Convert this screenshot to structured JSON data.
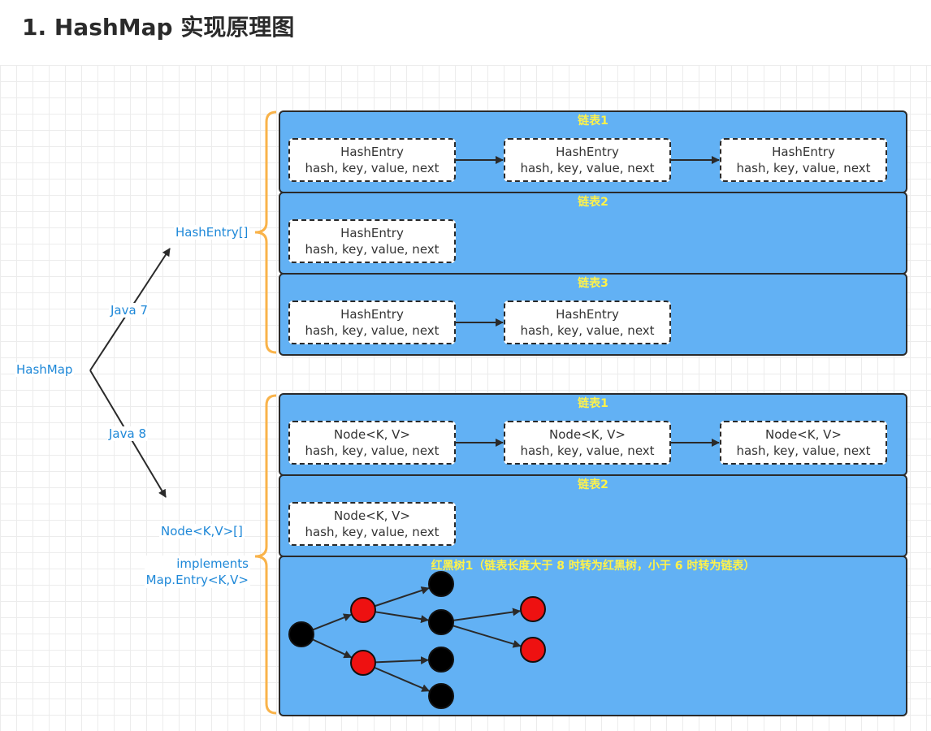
{
  "title": "1. HashMap 实现原理图",
  "root_label": "HashMap",
  "java7": {
    "edge_label": "Java 7",
    "array_label": "HashEntry[]",
    "panels": [
      {
        "title": "链表1",
        "entries": [
          {
            "line1": "HashEntry",
            "line2": "hash, key, value, next"
          },
          {
            "line1": "HashEntry",
            "line2": "hash, key, value, next"
          },
          {
            "line1": "HashEntry",
            "line2": "hash, key, value, next"
          }
        ]
      },
      {
        "title": "链表2",
        "entries": [
          {
            "line1": "HashEntry",
            "line2": "hash, key, value, next"
          }
        ]
      },
      {
        "title": "链表3",
        "entries": [
          {
            "line1": "HashEntry",
            "line2": "hash, key, value, next"
          },
          {
            "line1": "HashEntry",
            "line2": "hash, key, value, next"
          }
        ]
      }
    ]
  },
  "java8": {
    "edge_label": "Java 8",
    "array_label": "Node<K,V>[]",
    "implements_line1": "implements",
    "implements_line2": "Map.Entry<K,V>",
    "panels": [
      {
        "title": "链表1",
        "entries": [
          {
            "line1": "Node<K, V>",
            "line2": "hash, key, value, next"
          },
          {
            "line1": "Node<K, V>",
            "line2": "hash, key, value, next"
          },
          {
            "line1": "Node<K, V>",
            "line2": "hash, key, value, next"
          }
        ]
      },
      {
        "title": "链表2",
        "entries": [
          {
            "line1": "Node<K, V>",
            "line2": "hash, key, value, next"
          }
        ]
      }
    ],
    "tree": {
      "title": "红黑树1（链表长度大于 8 时转为红黑树，小于 6 时转为链表）",
      "nodes": [
        {
          "color": "black",
          "children": [
            1,
            2
          ]
        },
        {
          "color": "red",
          "children": [
            3,
            4
          ]
        },
        {
          "color": "red",
          "children": [
            5,
            6
          ]
        },
        {
          "color": "black",
          "children": []
        },
        {
          "color": "black",
          "children": [
            7,
            8
          ]
        },
        {
          "color": "black",
          "children": []
        },
        {
          "color": "black",
          "children": []
        },
        {
          "color": "red",
          "children": []
        },
        {
          "color": "red",
          "children": []
        }
      ]
    }
  },
  "colors": {
    "panel_fill": "#62b1f4",
    "panel_title": "#fff24a",
    "label_blue": "#1e88d8",
    "brace_orange": "#f9b34a",
    "node_red": "#ee1111",
    "node_black": "#000000"
  }
}
